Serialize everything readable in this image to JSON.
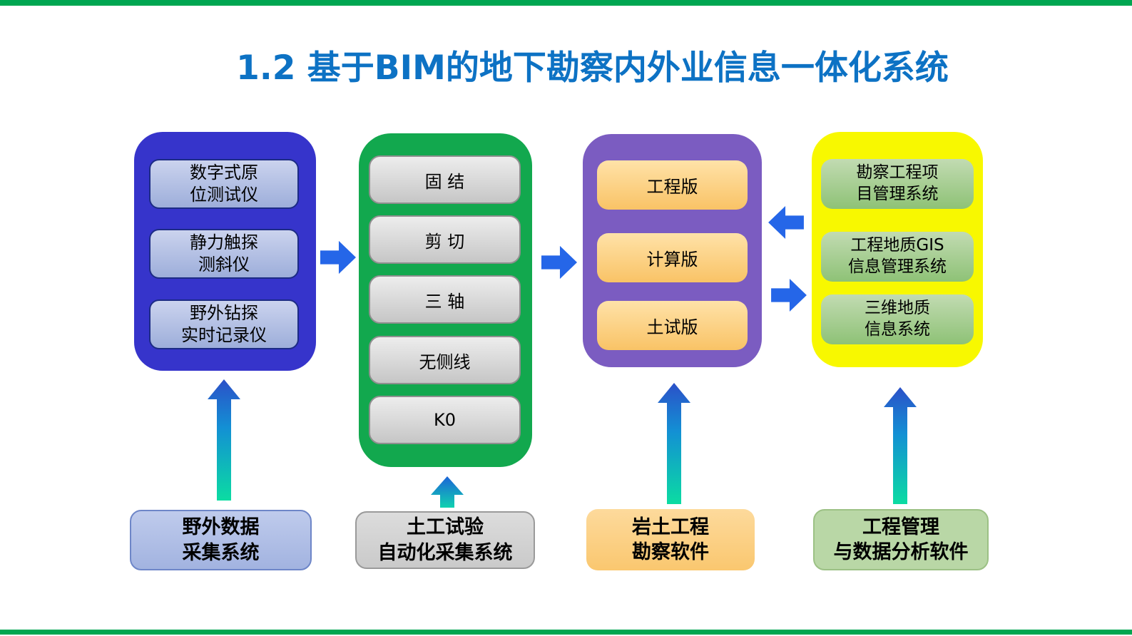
{
  "title": "1.2 基于BIM的地下勘察内外业信息一体化系统",
  "colors": {
    "title_blue": "#0D72C4",
    "accent_bar_green": "#00A651",
    "horizontal_arrow_blue": "#2566E8",
    "vertical_arrow_top": "#2B50C8",
    "vertical_arrow_bottom": "#0BDCA2",
    "group1_container_blue": "#3634CB",
    "group2_container_green": "#12A84E",
    "group3_container_purple": "#7B5CC1",
    "group4_container_yellow": "#F8F800",
    "group3_item_orange": "#F9C366",
    "group4_item_green": "#8EC276"
  },
  "groups": [
    {
      "name": "field-test-instruments",
      "items": [
        "数字式原\n位测试仪",
        "静力触探\n测斜仪",
        "野外钻探\n实时记录仪"
      ],
      "label": "野外数据\n采集系统"
    },
    {
      "name": "soil-lab-tests",
      "items": [
        "固 结",
        "剪 切",
        "三 轴",
        "无侧线",
        "K0"
      ],
      "label": "土工试验\n自动化采集系统"
    },
    {
      "name": "geotech-survey-software-editions",
      "items": [
        "工程版",
        "计算版",
        "土试版"
      ],
      "label": "岩土工程\n勘察软件"
    },
    {
      "name": "info-management-systems",
      "items": [
        "勘察工程项\n目管理系统",
        "工程地质GIS\n信息管理系统",
        "三维地质\n信息系统"
      ],
      "label": "工程管理\n与数据分析软件"
    }
  ]
}
